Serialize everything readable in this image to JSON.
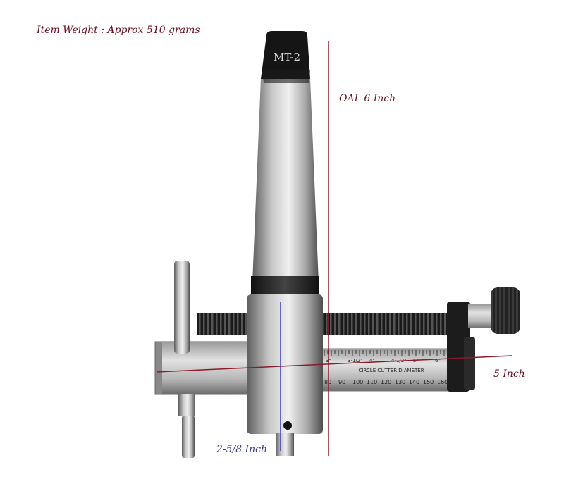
{
  "labels": {
    "weight": "Item Weight : Approx 510 grams",
    "oal": "OAL 6 Inch",
    "width": "5 Inch",
    "diameter": "2-5/8 Inch"
  },
  "tool": {
    "taper_marking": "MT-2",
    "scale_inch_marks": [
      "3\"",
      "3-1/2\"",
      "4\"",
      "4-1/2\"",
      "5\"",
      "6\""
    ],
    "scale_title": "CIRCLE CUTTER DIAMETER",
    "scale_mm_marks": [
      "80",
      "90",
      "100",
      "110",
      "120",
      "130",
      "140",
      "150",
      "160"
    ]
  },
  "colors": {
    "dimension_line_dark_red": "#8b1a2b",
    "dimension_line_blue": "#3c3cb4",
    "label_dark_red": "#6b1020",
    "label_blue": "#3a3a96"
  }
}
